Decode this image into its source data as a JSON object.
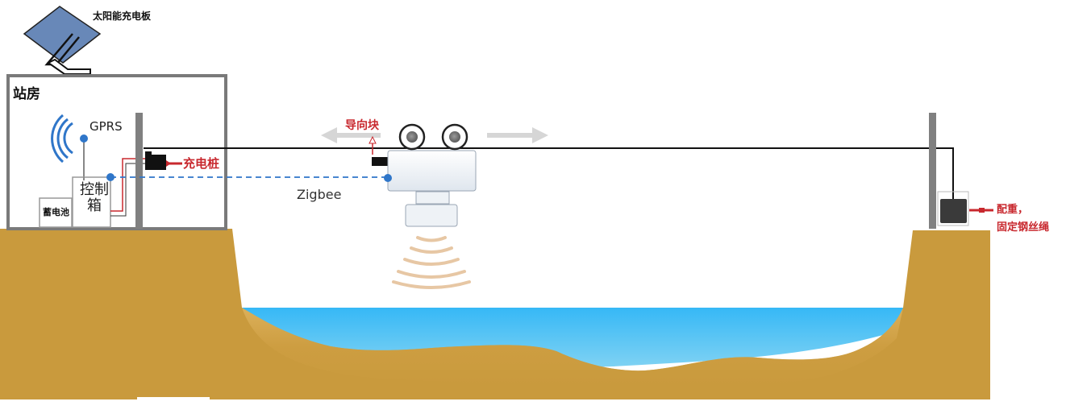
{
  "diagram": {
    "labels": {
      "solar_panel": "太阳能充电板",
      "station_house": "站房",
      "gprs": "GPRS",
      "battery": "蓄电池",
      "control_box": "控制箱",
      "charging_pile": "充电桩",
      "zigbee": "Zigbee",
      "guide_block": "导向块",
      "counterweight_line1": "配重，",
      "counterweight_line2": "固定钢丝绳"
    },
    "colors": {
      "soil": "#c99a3d",
      "water_light": "#6cc9f2",
      "water_deep": "#3bbaf4",
      "panel": "#6888b8",
      "signal_blue": "#2f76c9",
      "annotation_red": "#c8282e",
      "pole_gray": "#808080",
      "sonar_wave": "#e7c7a4"
    }
  }
}
